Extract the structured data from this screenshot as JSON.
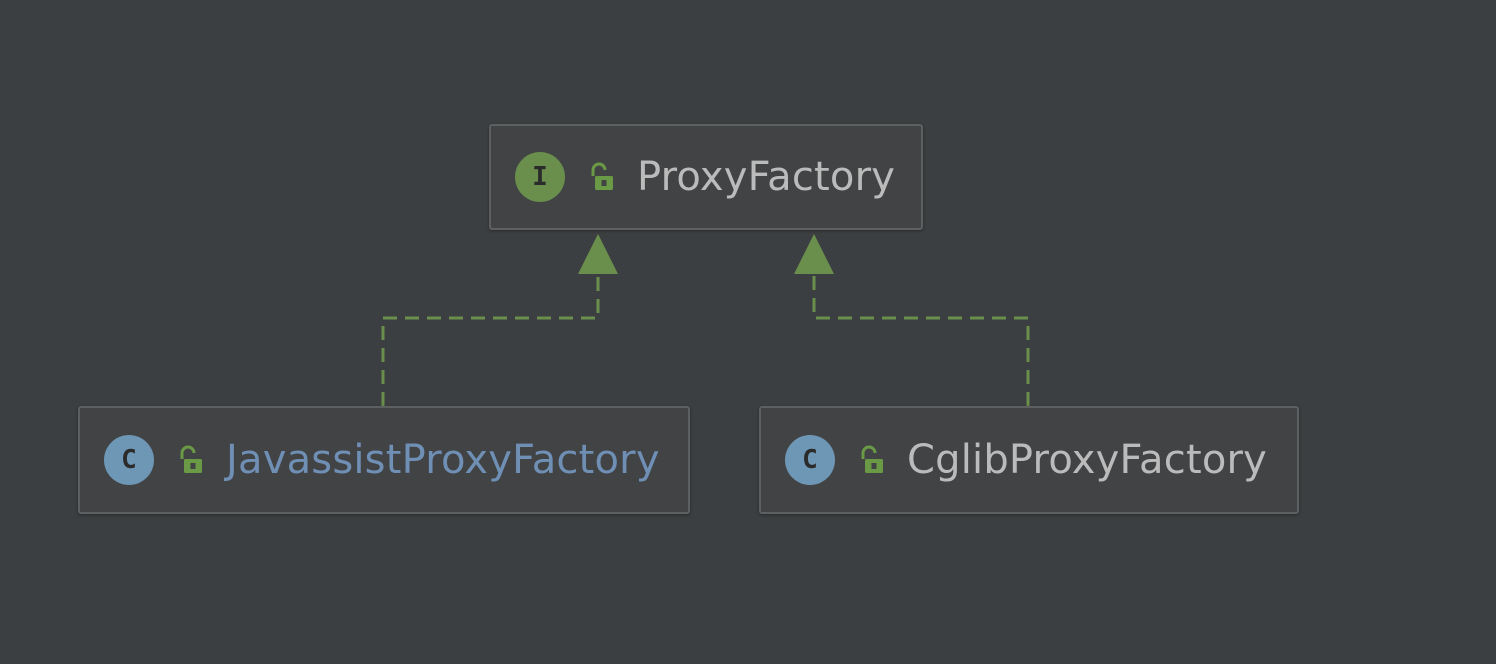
{
  "diagram": {
    "colors": {
      "background": "#3c3f41",
      "node_fill": "#414345",
      "node_border": "#5d5f61",
      "edge": "#6a8f4c",
      "interface_badge": "#6a8f4c",
      "class_badge": "#6e97b6",
      "lock": "#6a9a46"
    },
    "nodes": [
      {
        "id": "proxy-factory",
        "kind": "interface",
        "badge_letter": "I",
        "visibility_icon": "open-lock-icon",
        "name": "ProxyFactory",
        "text_color": "#bbbbbb"
      },
      {
        "id": "javassist",
        "kind": "class",
        "badge_letter": "C",
        "visibility_icon": "open-lock-icon",
        "name": "JavassistProxyFactory",
        "text_color": "#6f8fb5"
      },
      {
        "id": "cglib",
        "kind": "class",
        "badge_letter": "C",
        "visibility_icon": "open-lock-icon",
        "name": "CglibProxyFactory",
        "text_color": "#bbbbbb"
      }
    ],
    "edges": [
      {
        "from": "javassist",
        "to": "proxy-factory",
        "type": "realization",
        "style": "dashed",
        "arrowhead": "hollow-triangle"
      },
      {
        "from": "cglib",
        "to": "proxy-factory",
        "type": "realization",
        "style": "dashed",
        "arrowhead": "hollow-triangle"
      }
    ]
  }
}
